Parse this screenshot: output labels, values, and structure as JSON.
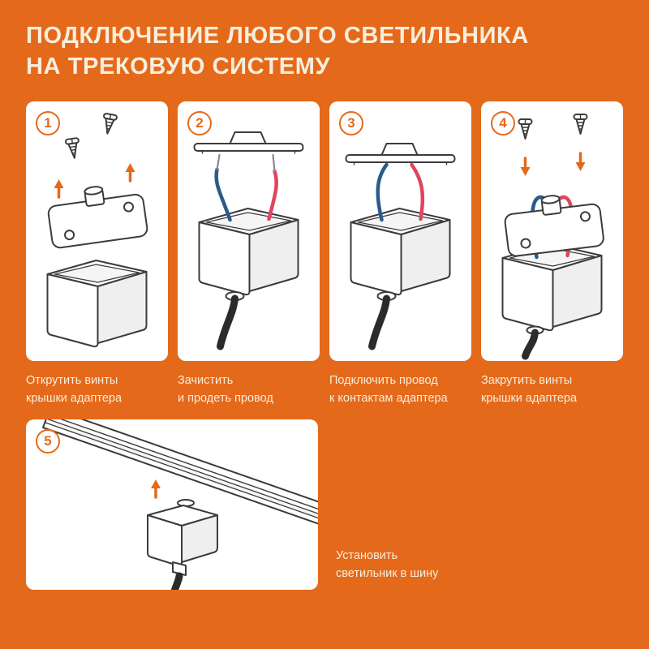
{
  "header": {
    "title_line1": "ПОДКЛЮЧЕНИЕ ЛЮБОГО СВЕТИЛЬНИКА",
    "title_line2": "НА ТРЕКОВУЮ СИСТЕМУ"
  },
  "steps": [
    {
      "number": "1",
      "caption_line1": "Открутить винты",
      "caption_line2": "крышки адаптера"
    },
    {
      "number": "2",
      "caption_line1": "Зачистить",
      "caption_line2": "и продеть провод"
    },
    {
      "number": "3",
      "caption_line1": "Подключить провод",
      "caption_line2": "к контактам адаптера"
    },
    {
      "number": "4",
      "caption_line1": "Закрутить винты",
      "caption_line2": "крышки адаптера"
    },
    {
      "number": "5",
      "caption_line1": "Установить",
      "caption_line2": "светильник в шину"
    }
  ],
  "icons": [
    "screw-icon",
    "arrow-up-icon",
    "arrow-down-icon",
    "adapter-cover-plate",
    "adapter-body",
    "wire-blue",
    "wire-red",
    "power-cable",
    "track-rail"
  ],
  "colors": {
    "background": "#E5691A",
    "accent": "#E5691A",
    "card": "#FFFFFF",
    "text": "#F8EEDC",
    "line": "#3B3B3B",
    "wire_blue": "#2A5B8A",
    "wire_red": "#DE4560",
    "cable": "#2B2B2B"
  }
}
